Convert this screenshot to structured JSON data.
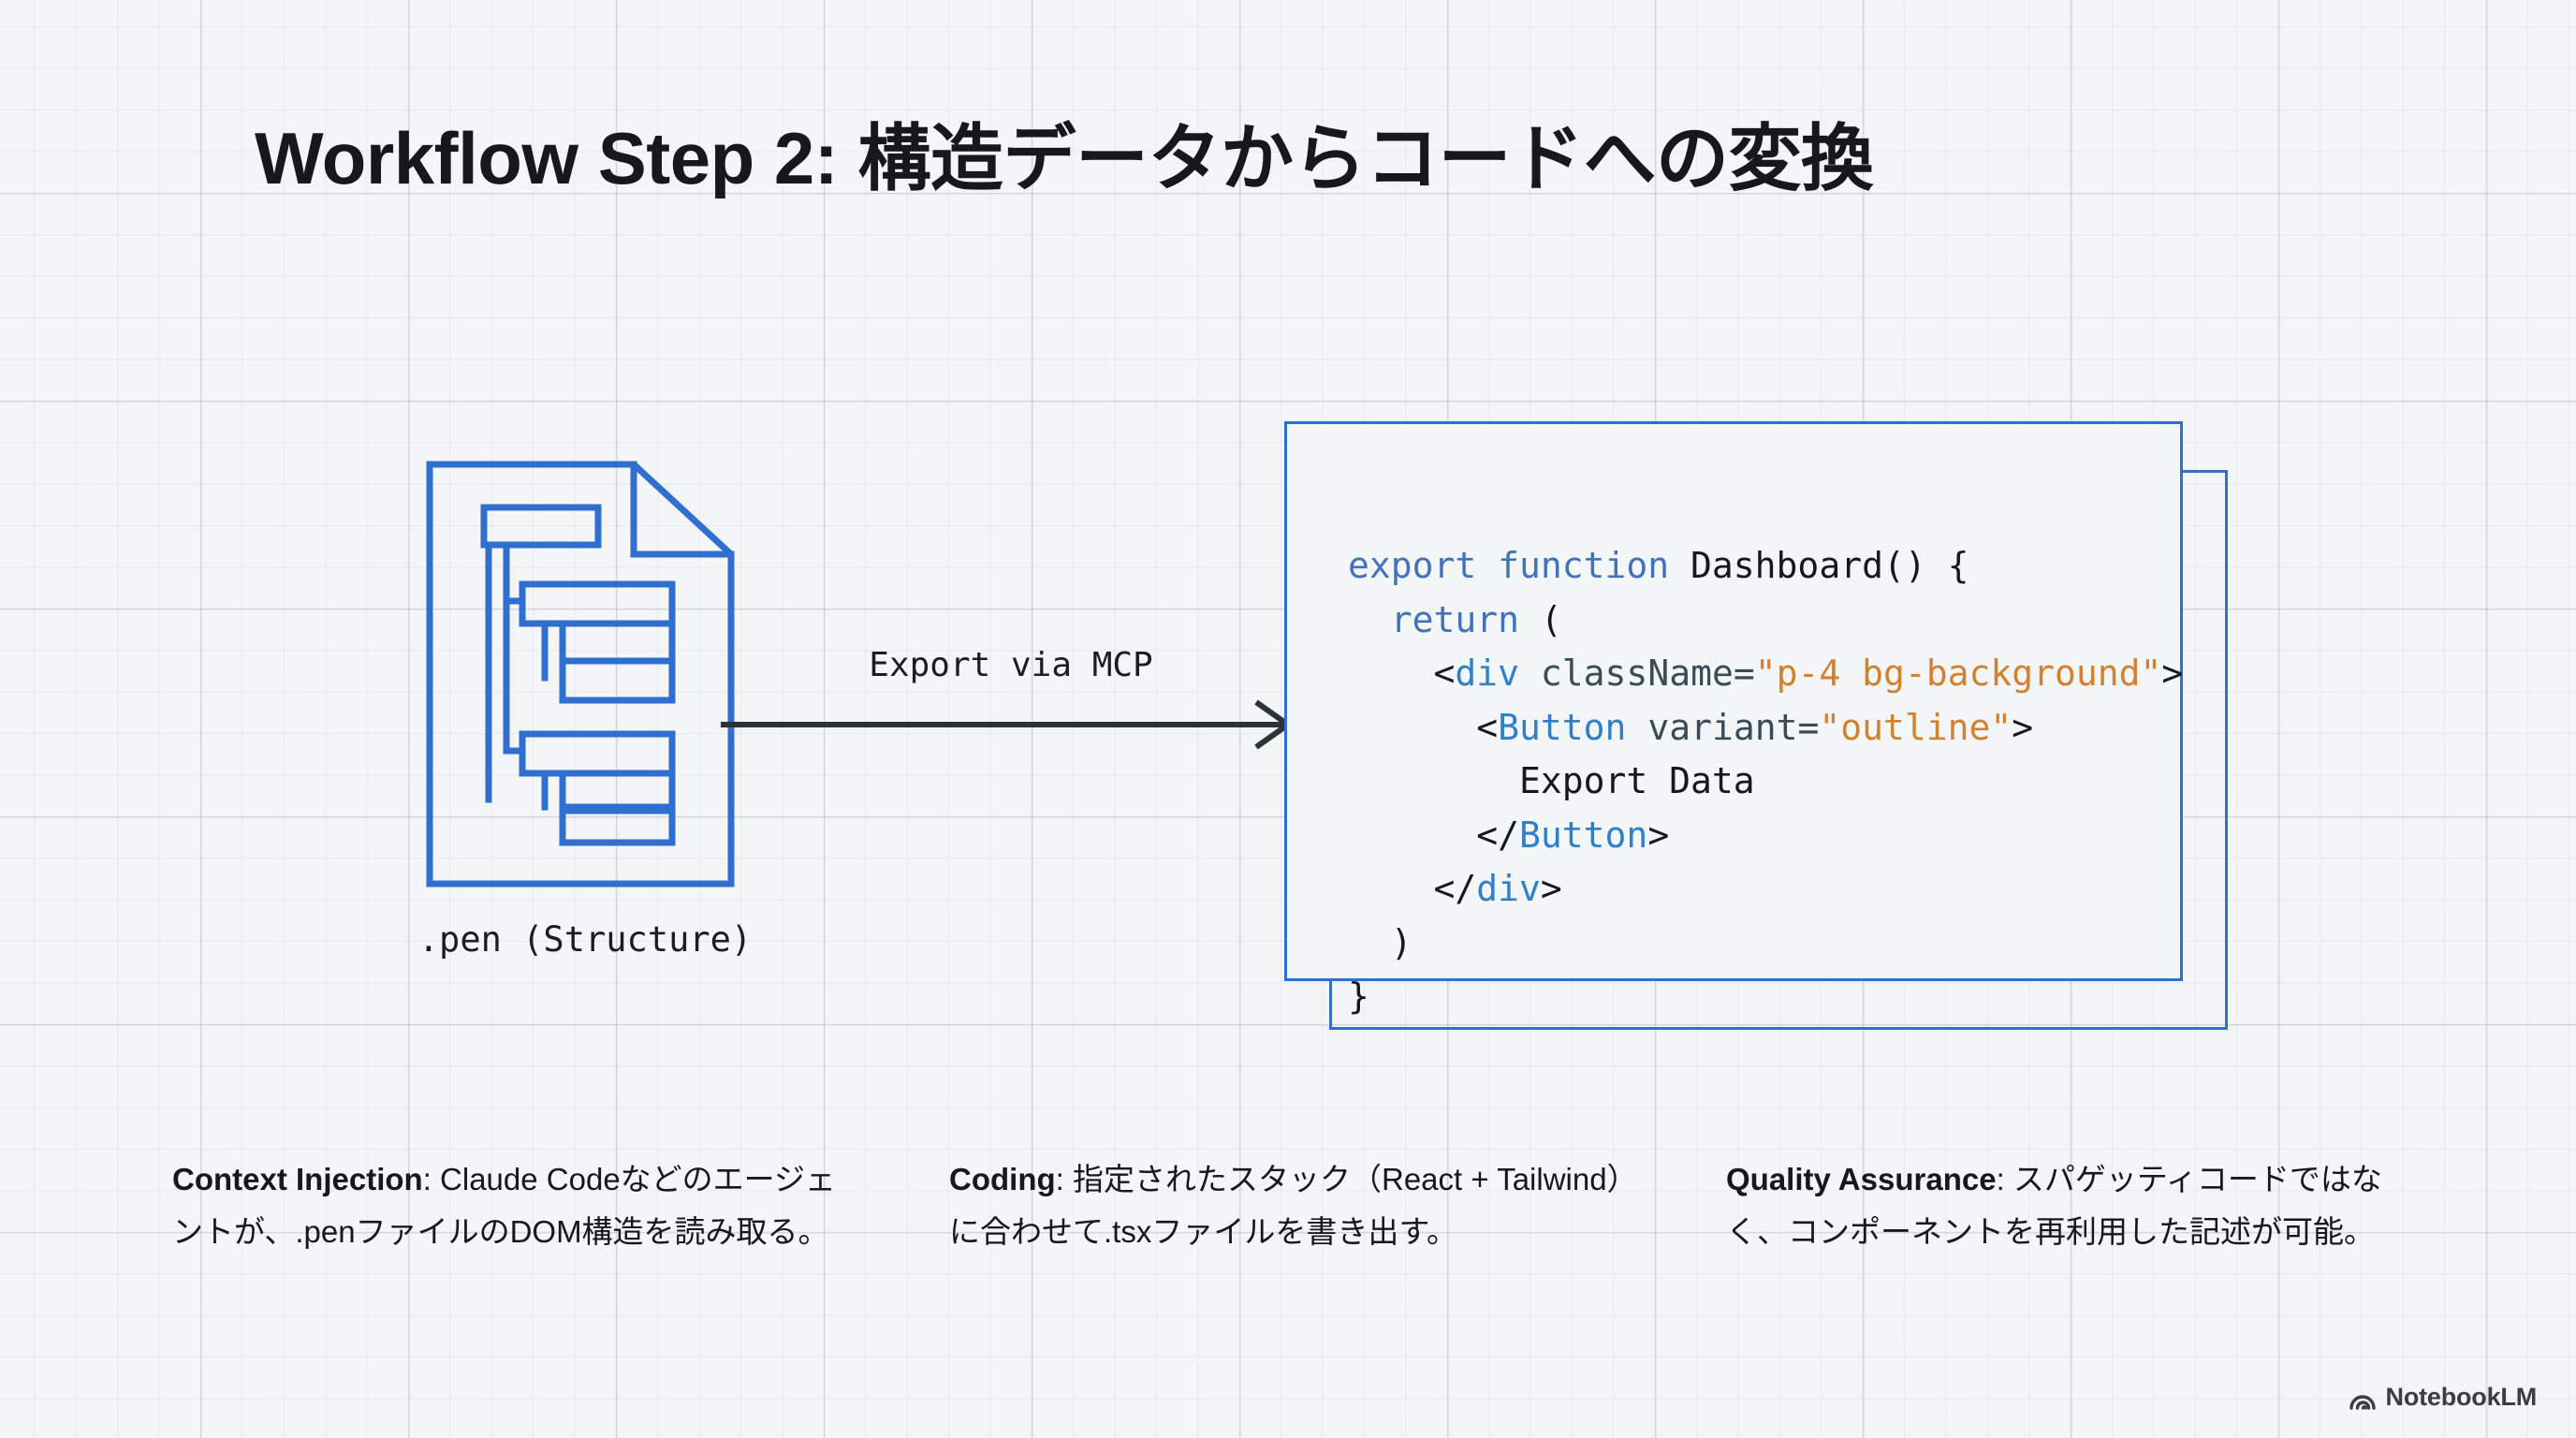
{
  "slide": {
    "title": "Workflow Step 2: 構造データからコードへの変換",
    "background_color": "#f3f5f6",
    "accent_color": "#2f6fd0"
  },
  "source_node": {
    "icon_name": "pen-structure-document-icon",
    "label": ".pen (Structure)"
  },
  "connector": {
    "label": "Export via MCP",
    "icon_name": "arrow-right-icon"
  },
  "code_panel": {
    "language": "tsx",
    "syntax_colors": {
      "keyword": "#4372b8",
      "tag": "#2f80c8",
      "attribute": "#3a4a57",
      "string": "#d4812f",
      "plain": "#16191c"
    },
    "lines": [
      {
        "indent": 0,
        "tokens": [
          {
            "t": "export function ",
            "c": "kw"
          },
          {
            "t": "Dashboard() {",
            "c": "plain"
          }
        ]
      },
      {
        "indent": 1,
        "tokens": [
          {
            "t": "return",
            "c": "kw"
          },
          {
            "t": " (",
            "c": "plain"
          }
        ]
      },
      {
        "indent": 2,
        "tokens": [
          {
            "t": "<",
            "c": "plain"
          },
          {
            "t": "div",
            "c": "tag"
          },
          {
            "t": " className=",
            "c": "attr"
          },
          {
            "t": "\"p-4 bg-background\"",
            "c": "str"
          },
          {
            "t": ">",
            "c": "plain"
          }
        ]
      },
      {
        "indent": 3,
        "tokens": [
          {
            "t": "<",
            "c": "plain"
          },
          {
            "t": "Button",
            "c": "tag"
          },
          {
            "t": " variant=",
            "c": "attr"
          },
          {
            "t": "\"outline\"",
            "c": "str"
          },
          {
            "t": ">",
            "c": "plain"
          }
        ]
      },
      {
        "indent": 4,
        "tokens": [
          {
            "t": "Export Data",
            "c": "plain"
          }
        ]
      },
      {
        "indent": 3,
        "tokens": [
          {
            "t": "</",
            "c": "plain"
          },
          {
            "t": "Button",
            "c": "tag"
          },
          {
            "t": ">",
            "c": "plain"
          }
        ]
      },
      {
        "indent": 2,
        "tokens": [
          {
            "t": "</",
            "c": "plain"
          },
          {
            "t": "div",
            "c": "tag"
          },
          {
            "t": ">",
            "c": "plain"
          }
        ]
      },
      {
        "indent": 1,
        "tokens": [
          {
            "t": ")",
            "c": "plain"
          }
        ]
      },
      {
        "indent": 0,
        "tokens": [
          {
            "t": "}",
            "c": "plain"
          }
        ]
      }
    ]
  },
  "bullets": [
    {
      "lead": "Context Injection",
      "separator": ": ",
      "body": "Claude Codeなどのエージェントが、.penファイルのDOM構造を読み取る。"
    },
    {
      "lead": "Coding",
      "separator": ": ",
      "body": "指定されたスタック（React + Tailwind）に合わせて.tsxファイルを書き出す。"
    },
    {
      "lead": "Quality Assurance",
      "separator": ": ",
      "body": "スパゲッティコードではなく、コンポーネントを再利用した記述が可能。"
    }
  ],
  "watermark": {
    "text": "NotebookLM",
    "icon_name": "notebooklm-logo-icon"
  }
}
